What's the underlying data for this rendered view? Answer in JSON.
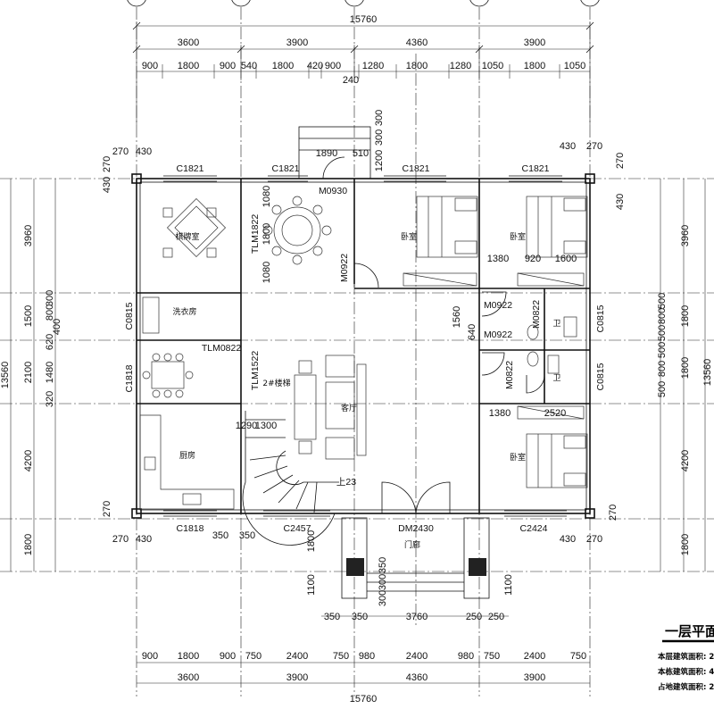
{
  "sheet": {
    "title": "一层平面",
    "notes": [
      "本层建筑面积: 2",
      "本栋建筑面积: 4",
      "占地建筑面积: 2"
    ]
  },
  "dimensions": {
    "top_total": "15760",
    "top_major": [
      "3600",
      "3900",
      "4360",
      "3900"
    ],
    "top_minor": [
      "900",
      "1800",
      "900",
      "540",
      "1800",
      "420",
      "900",
      "1280",
      "1800",
      "1280",
      "1050",
      "1800",
      "1050"
    ],
    "top_extra": "240",
    "bottom_total": "15760",
    "bottom_major": [
      "3600",
      "3900",
      "4360",
      "3900"
    ],
    "bottom_minor": [
      "900",
      "1800",
      "900",
      "750",
      "2400",
      "750",
      "980",
      "2400",
      "980",
      "750",
      "2400",
      "750"
    ],
    "porch": [
      "350",
      "350",
      "3760",
      "250",
      "250"
    ],
    "left_total": "13560",
    "left_major": [
      "3960",
      "1500",
      "2100",
      "4200",
      "1800"
    ],
    "left_minor": [
      "300",
      "800",
      "400",
      "620",
      "1480",
      "320"
    ],
    "right_total": "13560",
    "right_major": [
      "3960",
      "1800",
      "1800",
      "4200",
      "1800"
    ],
    "right_minor": [
      "500",
      "800",
      "500",
      "500",
      "800",
      "500"
    ],
    "corner": [
      "270",
      "430",
      "270",
      "430",
      "430",
      "270",
      "430",
      "270",
      "270",
      "430",
      "430",
      "270"
    ],
    "misc": [
      "1890",
      "510",
      "1200",
      "300",
      "300",
      "1080",
      "1800",
      "1080",
      "1380",
      "920",
      "1600",
      "1560",
      "640",
      "1380",
      "2520",
      "1290",
      "1300",
      "350",
      "350",
      "1800",
      "1100",
      "350",
      "300",
      "300",
      "1100"
    ]
  },
  "rooms": {
    "mahjong": "棋牌室",
    "laundry": "洗衣房",
    "kitchen": "厨房",
    "living": "客厅",
    "bedroom_1": "卧室",
    "bedroom_2": "卧室",
    "bedroom_3": "卧室",
    "bath_1": "卫",
    "bath_2": "卫",
    "stair": "2#楼梯",
    "porch": "门廊"
  },
  "labels": {
    "c1821_a": "C1821",
    "c1821_b": "C1821",
    "c1821_c": "C1821",
    "c1821_d": "C1821",
    "m0930": "M0930",
    "tlm1822": "TLM1822",
    "m0922_a": "M0922",
    "c0815_a": "C0815",
    "tlm0822": "TLM0822",
    "c1818_a": "C1818",
    "tlm1522": "TLM1522",
    "c1818_b": "C1818",
    "c2457": "C2457",
    "dm2430": "DM2430",
    "c2424": "C2424",
    "m0922_b": "M0922",
    "m0922_c": "M0922",
    "m0822_a": "M0822",
    "m0822_b": "M0822",
    "c0815_b": "C0815",
    "c0815_c": "C0815",
    "stair_up": "上23"
  }
}
